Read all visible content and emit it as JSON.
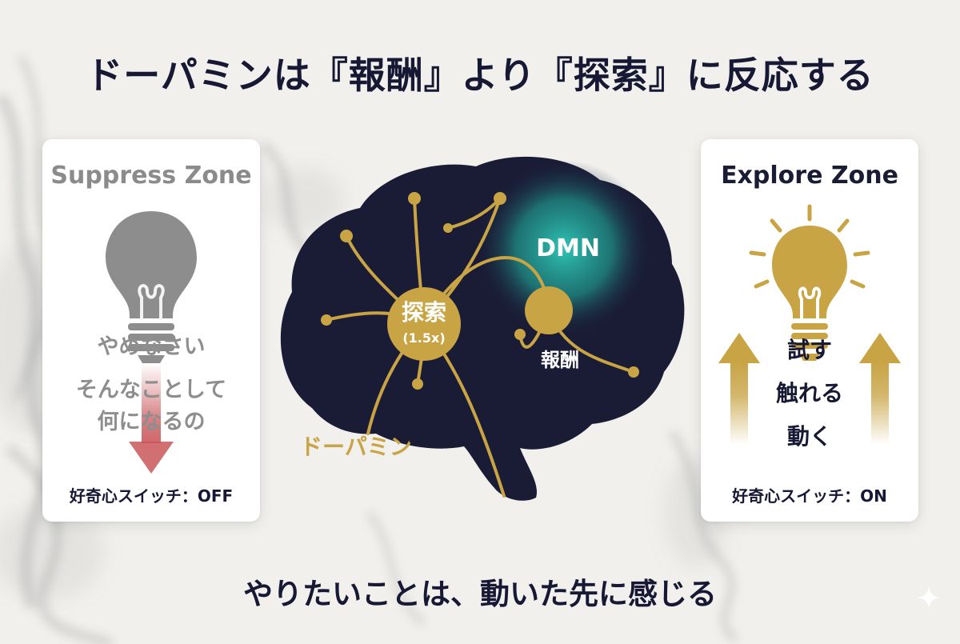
{
  "title": "ドーパミンは『報酬』より『探索』に反応する",
  "footer": "やりたいことは、動いた先に感じる",
  "left_card": {
    "title": "Suppress Zone",
    "lines": [
      "やめなさい",
      "そんなことして",
      "何になるの"
    ],
    "switch_label": "好奇心スイッチ：OFF"
  },
  "right_card": {
    "title": "Explore Zone",
    "actions": [
      "試す",
      "触れる",
      "動く"
    ],
    "switch_label": "好奇心スイッチ：ON"
  },
  "brain": {
    "dmn_label": "DMN",
    "explore_label": "探索",
    "explore_multiplier": "(1.5x)",
    "reward_label": "報酬",
    "dopamine_label": "ドーパミン"
  },
  "icons": {
    "left_bulb": "lightbulb-off-icon",
    "right_bulb": "lightbulb-on-icon",
    "down_arrow": "arrow-down-icon",
    "up_arrow": "arrow-up-icon",
    "sparkle": "sparkle-icon"
  },
  "colors": {
    "background": "#f1f0ed",
    "brain": "#1a1c36",
    "gold": "#c8a445",
    "teal_glow": "#29b3a5",
    "off_gray": "#8e8e8e",
    "down_arrow_red": "#c9565a",
    "text_dark": "#161834"
  }
}
